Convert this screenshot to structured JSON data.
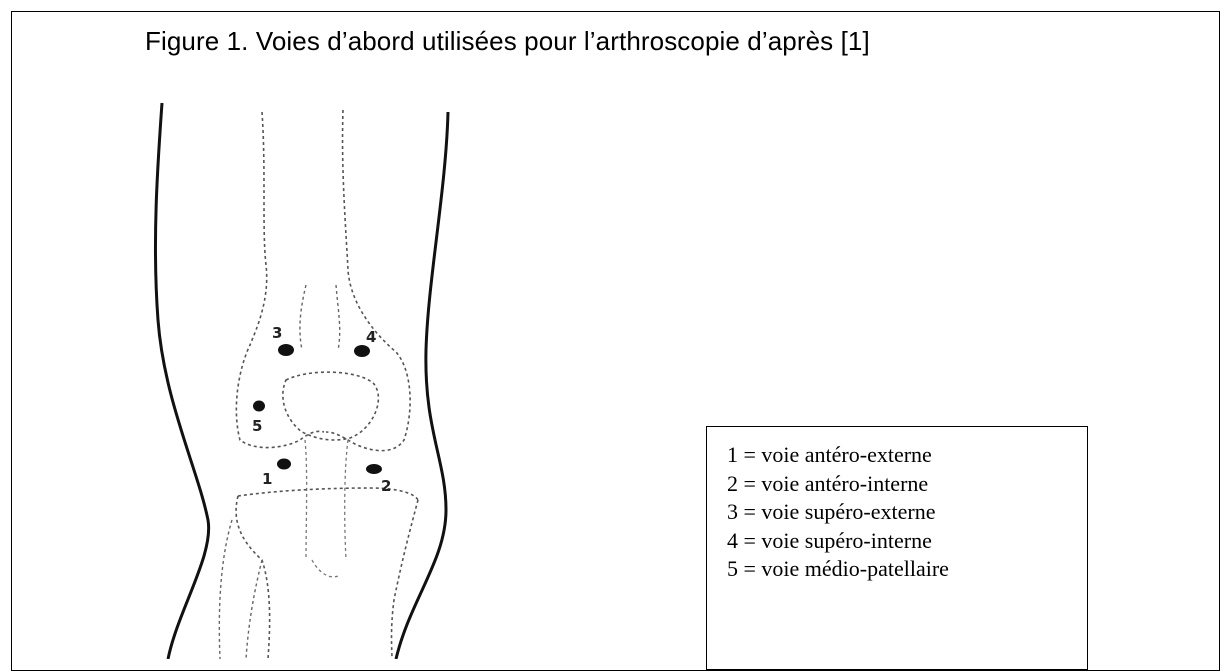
{
  "figure": {
    "title": "Figure 1. Voies d’abord utilisées pour l’arthroscopie d’après [1]"
  },
  "diagram": {
    "portal_markers": [
      {
        "number": "1"
      },
      {
        "number": "2"
      },
      {
        "number": "3"
      },
      {
        "number": "4"
      },
      {
        "number": "5"
      }
    ]
  },
  "legend": {
    "items": [
      "1 = voie antéro-externe",
      "2 = voie antéro-interne",
      "3 = voie supéro-externe",
      "4 = voie supéro-interne",
      "5 = voie médio-patellaire"
    ]
  }
}
